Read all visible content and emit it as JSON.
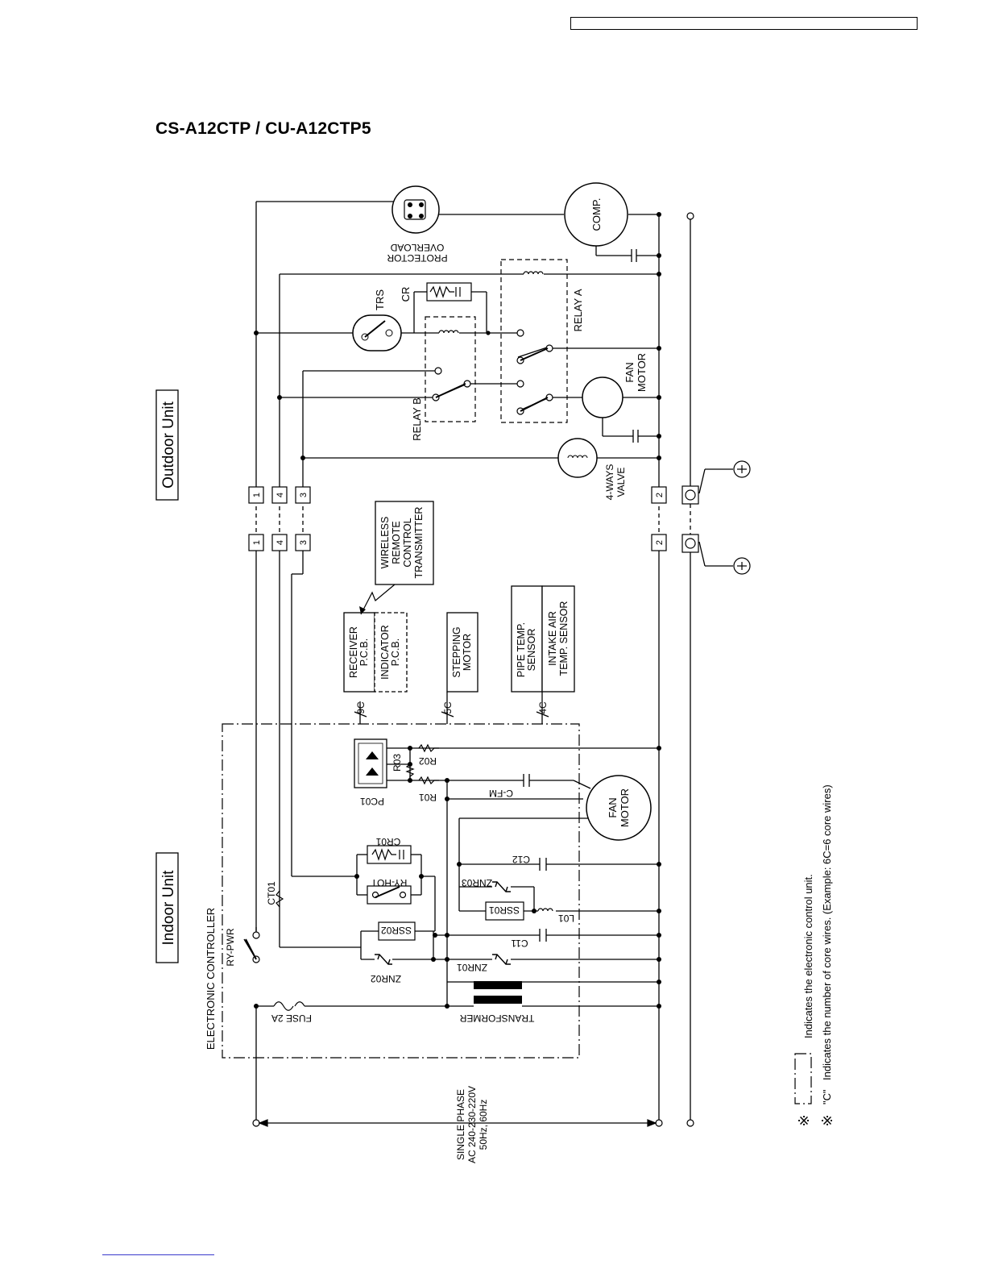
{
  "header": {
    "model_title": "CS-A12CTP / CU-A12CTP5"
  },
  "sections": {
    "outdoor": "Outdoor Unit",
    "indoor": "Indoor Unit",
    "controller": "ELECTRONIC CONTROLLER"
  },
  "terminals": [
    "1",
    "4",
    "3",
    "2"
  ],
  "outdoor_components": {
    "overload_1": "OVERLOAD",
    "overload_2": "PROTECTOR",
    "comp": "COMP.",
    "trs": "TRS",
    "cr": "CR",
    "relay_a": "RELAY A",
    "relay_b": "RELAY B",
    "fan_motor_1": "FAN",
    "fan_motor_2": "MOTOR",
    "valve_1": "4-WAYS",
    "valve_2": "VALVE"
  },
  "indoor_blocks": {
    "remote": [
      "WIRELESS",
      "REMOTE",
      "CONTROL",
      "TRANSMITTER"
    ],
    "receiver": [
      "RECEIVER",
      "P.C.B."
    ],
    "indicator": [
      "INDICATOR",
      "P.C.B."
    ],
    "stepping": [
      "STEPPING",
      "MOTOR"
    ],
    "pipe_sensor": [
      "PIPE TEMP.",
      "SENSOR"
    ],
    "intake_sensor": [
      "INTAKE AIR",
      "TEMP. SENSOR"
    ]
  },
  "wire_counts": {
    "c9": "9C",
    "c5": "5C",
    "c4": "4C"
  },
  "indoor_components": {
    "pc01": "PC01",
    "r01": "R01",
    "r02": "R02",
    "r03": "R03",
    "cfm": "C-FM",
    "fan_1": "FAN",
    "fan_2": "MOTOR",
    "cr01": "CR01",
    "ryhot": "RY-HOT",
    "c12": "C12",
    "znr03": "ZNR03",
    "ssr01": "SSR01",
    "l01": "L01",
    "ssr02": "SSR02",
    "c11": "C11",
    "znr01": "ZNR01",
    "znr02": "ZNR02",
    "transformer": "TRANSFORMER",
    "fuse": "FUSE 2A",
    "rypwr": "RY-PWR",
    "ct01": "CT01"
  },
  "power": {
    "line1": "SINGLE PHASE",
    "line2": "AC 240-230-220V",
    "line3": "50Hz, 60Hz"
  },
  "legend": {
    "mark": "※",
    "item1": "Indicates the electronic control unit.",
    "item2_prefix": "\"C\"",
    "item2": "Indicates the number of core wires. (Example: 6C=6 core wires)"
  }
}
